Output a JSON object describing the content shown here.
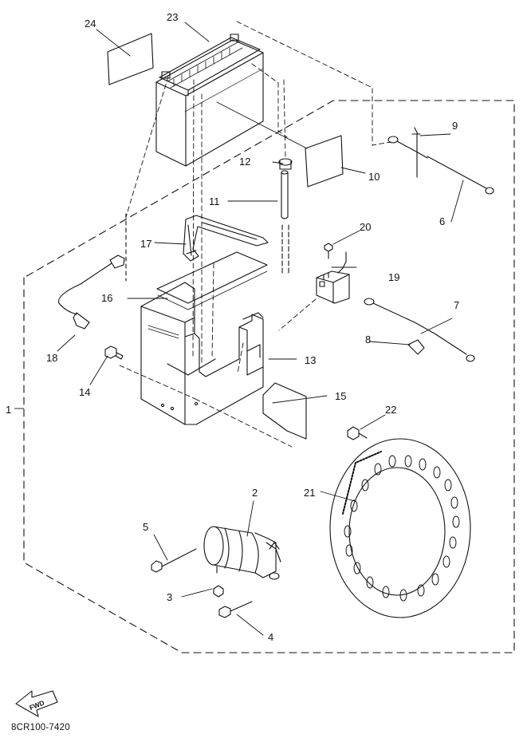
{
  "diagram": {
    "part_numbers": {
      "p1": "1",
      "p2": "2",
      "p3": "3",
      "p4": "4",
      "p5": "5",
      "p6": "6",
      "p7": "7",
      "p8": "8",
      "p9": "9",
      "p10": "10",
      "p11": "11",
      "p12": "12",
      "p13": "13",
      "p14": "14",
      "p15": "15",
      "p16": "16",
      "p17": "17",
      "p18": "18",
      "p19": "19",
      "p20": "20",
      "p21": "21",
      "p22": "22",
      "p23": "23",
      "p24": "24"
    },
    "fwd_label": "FWD",
    "drawing_code": "8CR100-7420"
  }
}
